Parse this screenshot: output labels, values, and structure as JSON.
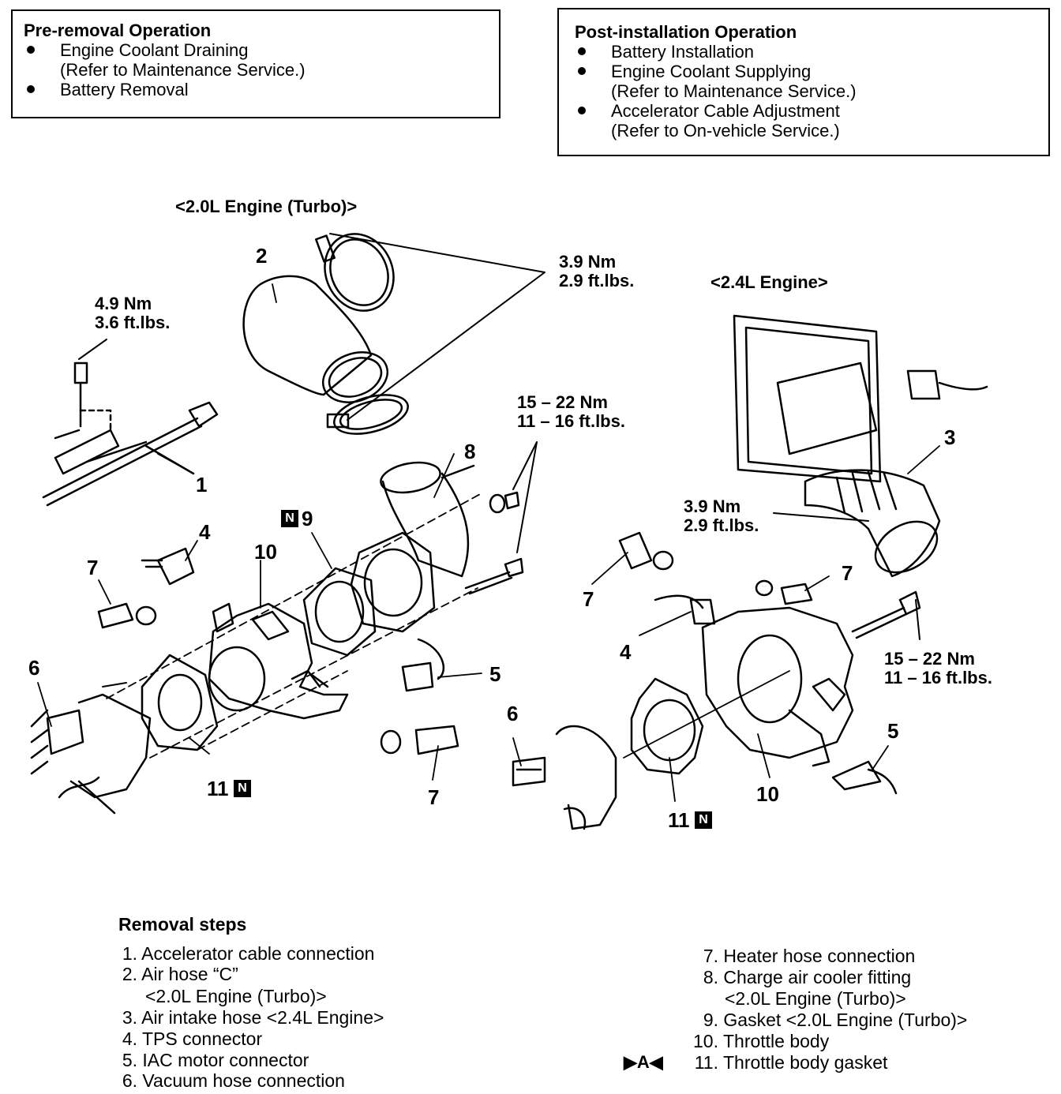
{
  "pre_removal": {
    "title": "Pre-removal Operation",
    "items": [
      {
        "text": "Engine Coolant Draining",
        "sub": "(Refer to Maintenance Service.)"
      },
      {
        "text": "Battery Removal",
        "sub": ""
      }
    ]
  },
  "post_installation": {
    "title": "Post-installation Operation",
    "items": [
      {
        "text": "Battery Installation",
        "sub": ""
      },
      {
        "text": "Engine Coolant Supplying",
        "sub": "(Refer to Maintenance Service.)"
      },
      {
        "text": "Accelerator Cable Adjustment",
        "sub": "(Refer to On-vehicle Service.)"
      }
    ]
  },
  "diagram": {
    "engine_turbo_label": "<2.0L Engine (Turbo)>",
    "engine_24_label": "<2.4L Engine>",
    "torque": {
      "clamp_2_nm": "3.9 Nm",
      "clamp_2_ft": "2.9 ft.lbs.",
      "bolt_1_nm": "4.9 Nm",
      "bolt_1_ft": "3.6 ft.lbs.",
      "bolts_left_nm": "15 – 22 Nm",
      "bolts_left_ft": "11 – 16 ft.lbs.",
      "clamp_3_nm": "3.9 Nm",
      "clamp_3_ft": "2.9 ft.lbs.",
      "bolts_right_nm": "15 – 22 Nm",
      "bolts_right_ft": "11 – 16 ft.lbs."
    },
    "callouts": {
      "c1": "1",
      "c2": "2",
      "c3": "3",
      "c4a": "4",
      "c4b": "4",
      "c5a": "5",
      "c5b": "5",
      "c6a": "6",
      "c6b": "6",
      "c7a": "7",
      "c7b": "7",
      "c7c": "7",
      "c7d": "7",
      "c8": "8",
      "c9": "9",
      "c10a": "10",
      "c10b": "10",
      "c11a": "11",
      "c11b": "11"
    },
    "new_part_mark": "N"
  },
  "removal_steps": {
    "title": "Removal steps",
    "left": [
      {
        "n": "1.",
        "text": "Accelerator cable connection"
      },
      {
        "n": "2.",
        "text": "Air hose “C”"
      },
      {
        "n": "",
        "text": "<2.0L Engine (Turbo)>"
      },
      {
        "n": "3.",
        "text": "Air intake hose <2.4L  Engine>"
      },
      {
        "n": "4.",
        "text": "TPS connector"
      },
      {
        "n": "5.",
        "text": "IAC motor connector"
      },
      {
        "n": "6.",
        "text": "Vacuum hose connection"
      }
    ],
    "right": [
      {
        "n": "7.",
        "text": "Heater hose connection"
      },
      {
        "n": "8.",
        "text": "Charge air cooler fitting"
      },
      {
        "n": "",
        "text": "<2.0L Engine (Turbo)>"
      },
      {
        "n": "9.",
        "text": "Gasket <2.0L Engine (Turbo)>"
      },
      {
        "n": "10.",
        "text": "Throttle body"
      },
      {
        "n": "11.",
        "text": "Throttle body gasket"
      }
    ],
    "installation_mark": "▶A◀"
  }
}
